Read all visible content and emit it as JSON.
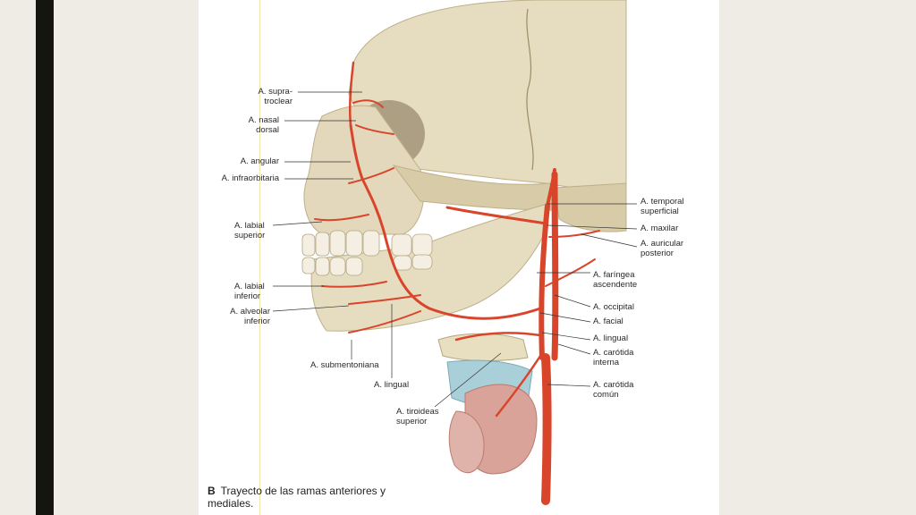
{
  "colors": {
    "bone": "#e6dcc0",
    "bone_shade": "#c9bb95",
    "artery": "#d9452b",
    "artery_dark": "#b8321d",
    "background": "#efece6",
    "leader": "#333333"
  },
  "labels_left": [
    "A. supra-\ntroclear",
    "A. nasal\ndorsal",
    "A. angular",
    "A. infraorbitaria",
    "A. labial\nsuperior",
    "A. labial\ninferior",
    "A. alveolar\ninferior"
  ],
  "labels_bottom": [
    "A. submentoniana",
    "A. lingual",
    "A. tiroideas\nsuperior"
  ],
  "labels_right": [
    "A. temporal\nsuperficial",
    "A. maxilar",
    "A. auricular\nposterior",
    "A. faríngea\nascendente",
    "A. occipital",
    "A. facial",
    "A. lingual",
    "A. carótida\ninterna",
    "A. carótida\ncomún"
  ],
  "caption": {
    "letter": "B",
    "text": "Trayecto de las ramas anteriores y\nmediales."
  }
}
